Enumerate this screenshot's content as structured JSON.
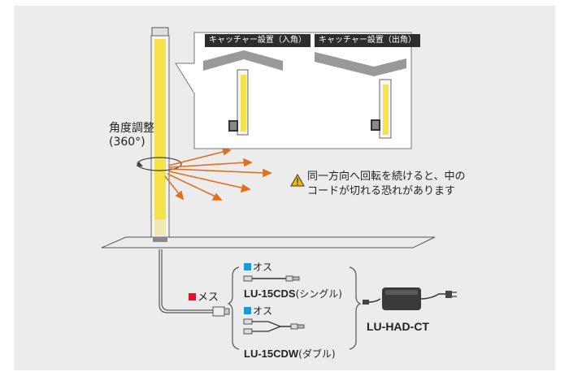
{
  "inset": {
    "left_tag": "キャッチャー設置（入角）",
    "right_tag": "キャッチャー設置（出角）"
  },
  "rotation": {
    "label_line1": "角度調整",
    "label_line2": "(360°)"
  },
  "warning": {
    "icon": "warning-triangle-icon",
    "line1": "同一方向へ回転を続けると、中の",
    "line2": "コードが切れる恐れがあります"
  },
  "cables": {
    "female_label": "メス",
    "female_color": "#e8112d",
    "male_color": "#1b9ad6",
    "single": {
      "male_label": "オス",
      "model": "LU-15CDS",
      "suffix": "(シングル)"
    },
    "double": {
      "male_label": "オス",
      "model": "LU-15CDW",
      "suffix": "(ダブル)"
    },
    "adapter_model": "LU-HAD-CT"
  },
  "colors": {
    "light_bar": "#f7e24a",
    "arrow": "#e36f1e",
    "background": "#ececec"
  }
}
